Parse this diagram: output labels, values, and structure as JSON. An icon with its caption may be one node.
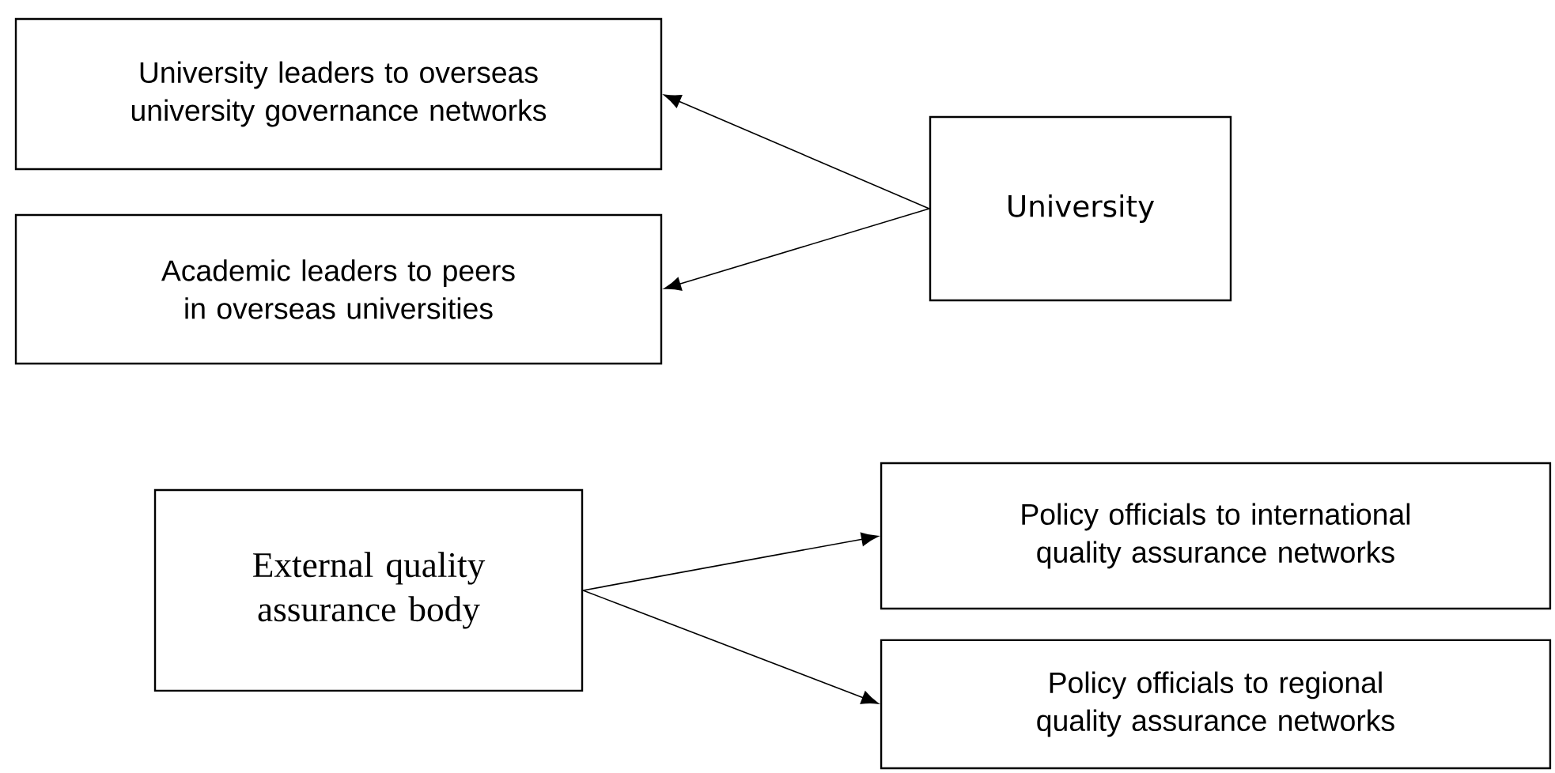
{
  "diagram": {
    "nodes": [
      {
        "text": [
          "University leaders to overseas university governance networks"
        ]
      },
      {
        "text": [
          "Academic leaders to peers in overseas universities"
        ]
      },
      {
        "text": [
          "University"
        ]
      },
      {
        "text": [
          "External quality assurance body"
        ]
      },
      {
        "text": [
          "Policy officials to international quality assurance networks"
        ]
      },
      {
        "text": [
          "Policy officials to regional quality assurance networks"
        ]
      }
    ],
    "edges": [
      {
        "from": 2,
        "to": 0,
        "arrow": "to"
      },
      {
        "from": 2,
        "to": 1,
        "arrow": "to"
      },
      {
        "from": 3,
        "to": 4,
        "arrow": "to"
      },
      {
        "from": 3,
        "to": 5,
        "arrow": "to"
      }
    ]
  }
}
